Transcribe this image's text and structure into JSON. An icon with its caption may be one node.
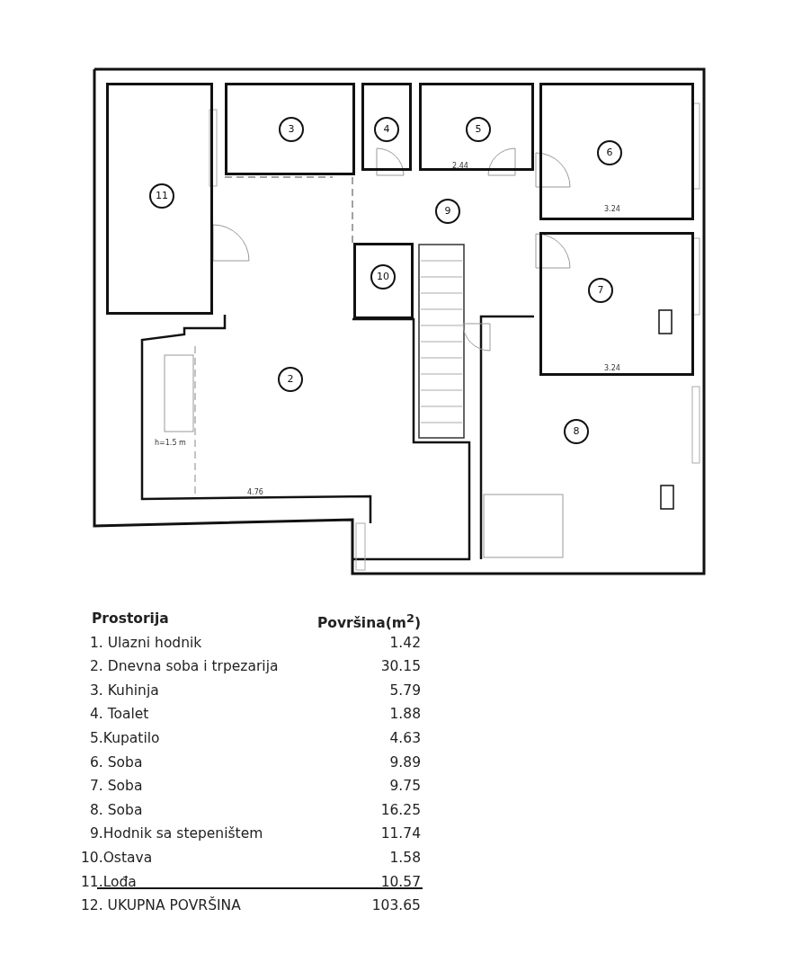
{
  "diagram": {
    "nodes": [
      {
        "text": [
          "2"
        ]
      },
      {
        "text": [
          "3"
        ]
      },
      {
        "text": [
          "4"
        ]
      },
      {
        "text": [
          "5"
        ]
      },
      {
        "text": [
          "6"
        ]
      },
      {
        "text": [
          "7"
        ]
      },
      {
        "text": [
          "8"
        ]
      },
      {
        "text": [
          "9"
        ]
      },
      {
        "text": [
          "10"
        ]
      },
      {
        "text": [
          "11"
        ]
      }
    ],
    "edges": [],
    "labels": [
      "2.44",
      "3.24",
      "3.24",
      "h=1.5 m",
      "4.76",
      "Prostorija",
      "Površina(m$^{2}$)",
      "1. Ulazni hodnik",
      "1.42",
      "2. Dnevna soba i trpezarija",
      "30.15",
      "3. Kuhinja",
      "5.79",
      "4. Toalet",
      "1.88",
      "5.Kupatilo",
      "4.63",
      "6. Soba",
      "9.89",
      "7. Soba",
      "9.75",
      "8. Soba",
      "16.25",
      "9.Hodnik sa stepeništem",
      "11.74",
      "10.Ostava",
      "1.58",
      "11.Lođa",
      "10.57",
      "12. UKUPNA POVRŠINA",
      "103.65"
    ]
  }
}
